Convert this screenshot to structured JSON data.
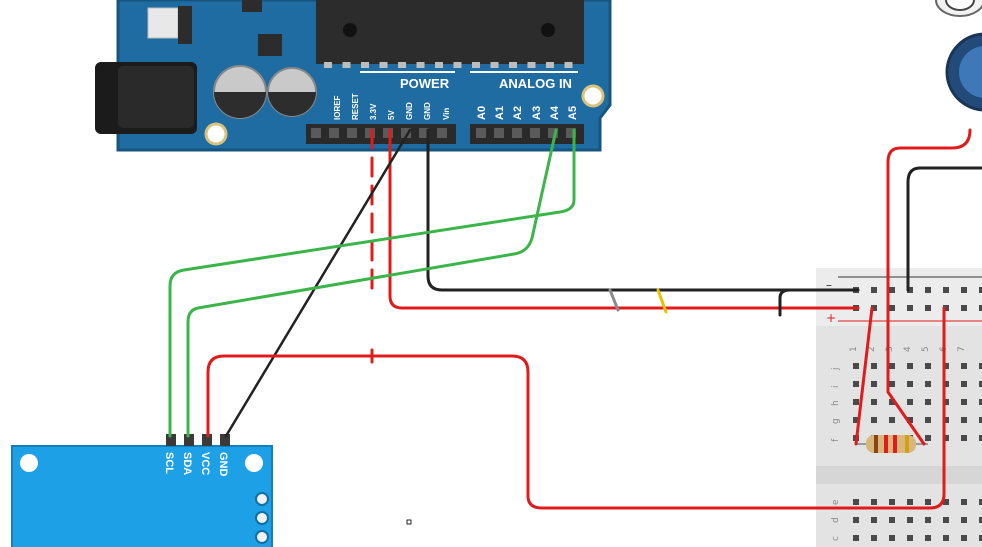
{
  "arduino": {
    "power_header": "POWER",
    "analog_header": "ANALOG IN",
    "power_pins": [
      "IOREF",
      "RESET",
      "3.3V",
      "5V",
      "GND",
      "GND",
      "Vin"
    ],
    "analog_pins": [
      "A0",
      "A1",
      "A2",
      "A3",
      "A4",
      "A5"
    ]
  },
  "module": {
    "pins": [
      "SCL",
      "SDA",
      "VCC",
      "GND"
    ]
  },
  "breadboard": {
    "rail_minus": "–",
    "rail_plus": "+",
    "column_numbers": [
      "1",
      "2",
      "3",
      "4",
      "5",
      "6",
      "7"
    ],
    "row_letters_upper": [
      "j",
      "i",
      "h",
      "g",
      "f"
    ],
    "row_letters_lower": [
      "e",
      "d",
      "c"
    ]
  },
  "colors": {
    "board": "#1f6ca3",
    "module": "#1ea0e6",
    "wire_red": "#e01b1b",
    "wire_black": "#222222",
    "wire_green": "#3bb54a",
    "breadboard": "#e3e3e3"
  }
}
